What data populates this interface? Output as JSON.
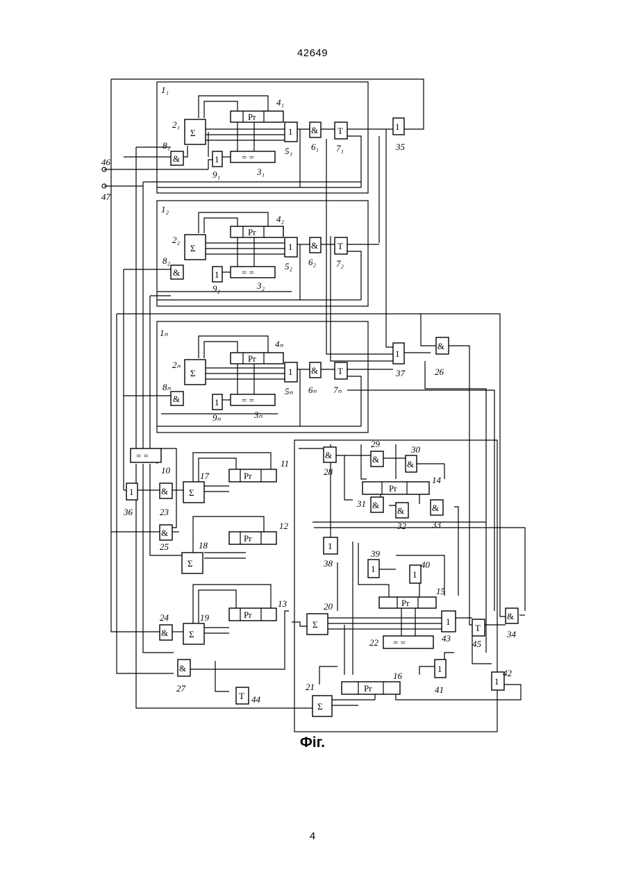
{
  "header": {
    "doc_number": "42649"
  },
  "figure": {
    "caption": "Фіг."
  },
  "footer": {
    "page_number": "4"
  },
  "symbols": {
    "sum": "Σ",
    "and": "&",
    "or": "1",
    "trigger": "T",
    "register": "Pr",
    "compare": "= ="
  },
  "labels": {
    "m1": "1₁",
    "m2": "1₂",
    "mn": "1ₙ",
    "l2_1": "2₁",
    "l2_2": "2₂",
    "l2_n": "2ₙ",
    "l3_1": "3₁",
    "l3_2": "3₂",
    "l3_n": "3ₙ",
    "l4_1": "4₁",
    "l4_2": "4₂",
    "l4_n": "4ₙ",
    "l5_1": "5₁",
    "l5_2": "5₂",
    "l5_n": "5ₙ",
    "l6_1": "6₁",
    "l6_2": "6₂",
    "l6_n": "6ₙ",
    "l7_1": "7₁",
    "l7_2": "7₂",
    "l7_n": "7ₙ",
    "l8_1": "8₁",
    "l8_2": "8₂",
    "l8_n": "8ₙ",
    "l9_1": "9₁",
    "l9_2": "9₂",
    "l9_n": "9ₙ",
    "l10": "10",
    "l11": "11",
    "l12": "12",
    "l13": "13",
    "l14": "14",
    "l15": "15",
    "l16": "16",
    "l17": "17",
    "l18": "18",
    "l19": "19",
    "l20": "20",
    "l21": "21",
    "l22": "22",
    "l23": "23",
    "l24": "24",
    "l25": "25",
    "l26": "26",
    "l27": "27",
    "l28": "28",
    "l29": "29",
    "l30": "30",
    "l31": "31",
    "l32": "32",
    "l33": "33",
    "l34": "34",
    "l35": "35",
    "l36": "36",
    "l37": "37",
    "l38": "38",
    "l39": "39",
    "l40": "40",
    "l41": "41",
    "l42": "42",
    "l43": "43",
    "l44": "44",
    "l45": "45",
    "l46": "46",
    "l47": "47"
  }
}
